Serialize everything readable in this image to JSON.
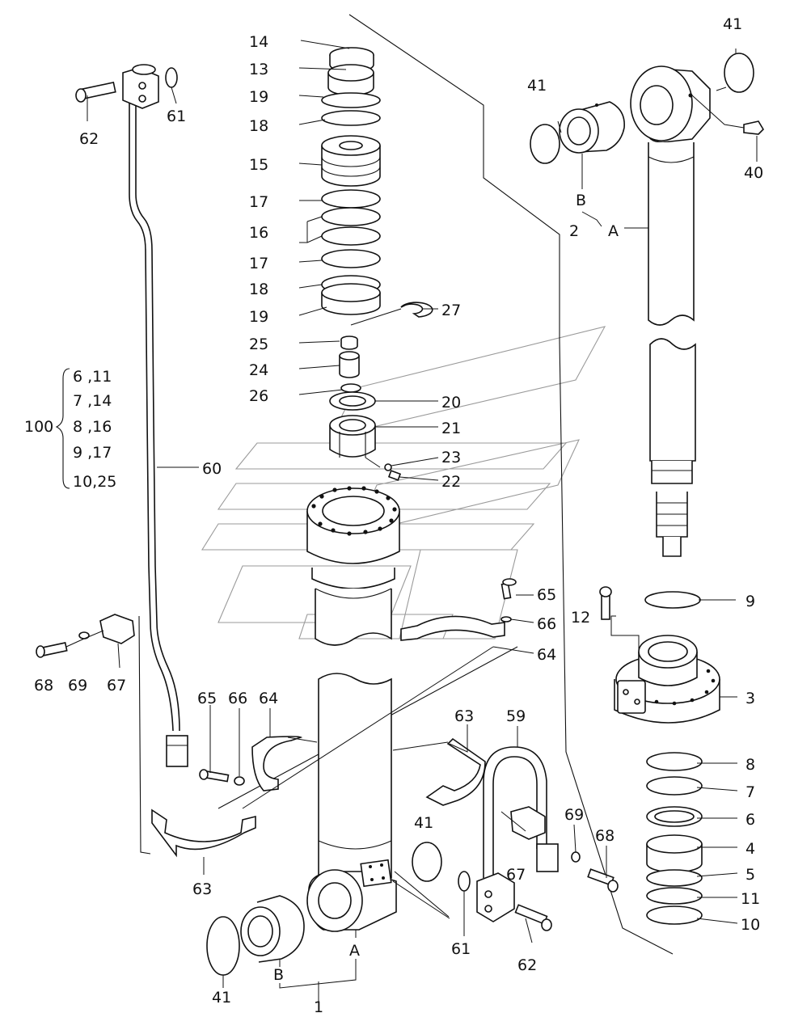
{
  "callouts": {
    "c14": "14",
    "c13": "13",
    "c19a": "19",
    "c18a": "18",
    "c15": "15",
    "c17a": "17",
    "c16": "16",
    "c17b": "17",
    "c18b": "18",
    "c19b": "19",
    "c27": "27",
    "c25": "25",
    "c24": "24",
    "c26": "26",
    "c20": "20",
    "c21": "21",
    "c23": "23",
    "c22": "22",
    "c62a": "62",
    "c61a": "61",
    "c60": "60",
    "c41a": "41",
    "c41b": "41",
    "c40": "40",
    "c2": "2",
    "cA1": "A",
    "cB1": "B",
    "c65a": "65",
    "c66a": "66",
    "c64a": "64",
    "c12": "12",
    "c9": "9",
    "c3": "3",
    "c68a": "68",
    "c69a": "69",
    "c67a": "67",
    "c65b": "65",
    "c66b": "66",
    "c64b": "64",
    "c63a": "63",
    "c63b": "63",
    "c59": "59",
    "c41c": "41",
    "c69b": "69",
    "c68b": "68",
    "c67b": "67",
    "c8": "8",
    "c7": "7",
    "c6": "6",
    "c4": "4",
    "c5": "5",
    "c11": "11",
    "c10": "10",
    "c61b": "61",
    "c62b": "62",
    "c41d": "41",
    "cB2": "B",
    "cA2": "A",
    "c1": "1"
  },
  "kit": {
    "label": "100",
    "rows": [
      {
        "text": "6 ,11"
      },
      {
        "text": "7 ,14"
      },
      {
        "text": "8 ,16"
      },
      {
        "text": "9 ,17"
      },
      {
        "text": "10,25"
      }
    ]
  }
}
